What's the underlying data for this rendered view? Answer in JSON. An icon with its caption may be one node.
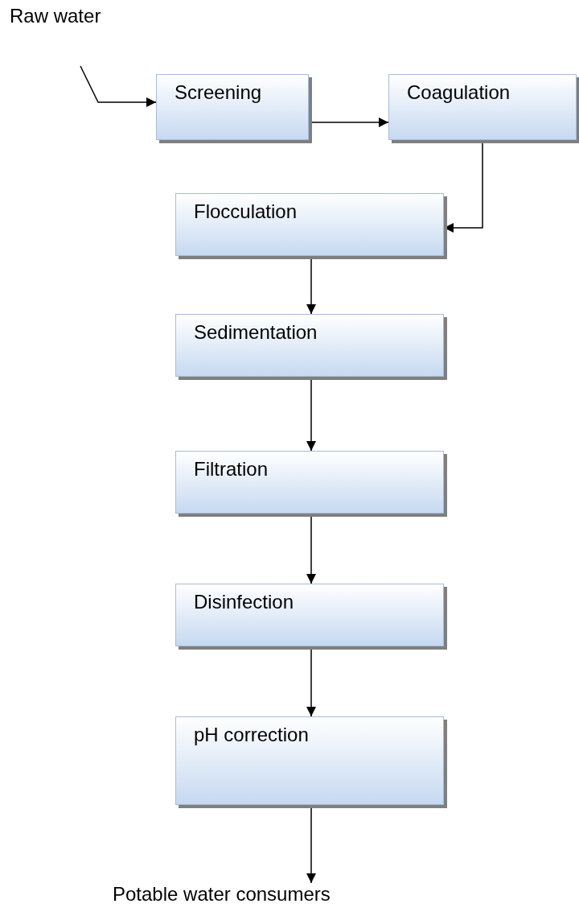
{
  "diagram": {
    "nodes": [
      {
        "text": [
          "Raw water"
        ]
      },
      {
        "text": [
          "Screening"
        ]
      },
      {
        "text": [
          "Coagulation"
        ]
      },
      {
        "text": [
          "Flocculation"
        ]
      },
      {
        "text": [
          "Sedimentation"
        ]
      },
      {
        "text": [
          "Filtration"
        ]
      },
      {
        "text": [
          "Disinfection"
        ]
      },
      {
        "text": [
          "pH correction"
        ]
      },
      {
        "text": [
          "Potable water consumers"
        ]
      }
    ],
    "edges": [
      {
        "from": 0,
        "to": 1,
        "arrow": "to"
      },
      {
        "from": 1,
        "to": 2,
        "arrow": "to"
      },
      {
        "from": 2,
        "to": 3,
        "arrow": "to"
      },
      {
        "from": 3,
        "to": 4,
        "arrow": "to"
      },
      {
        "from": 4,
        "to": 5,
        "arrow": "to"
      },
      {
        "from": 5,
        "to": 6,
        "arrow": "to"
      },
      {
        "from": 6,
        "to": 7,
        "arrow": "to"
      },
      {
        "from": 7,
        "to": 8,
        "arrow": "to"
      }
    ]
  }
}
